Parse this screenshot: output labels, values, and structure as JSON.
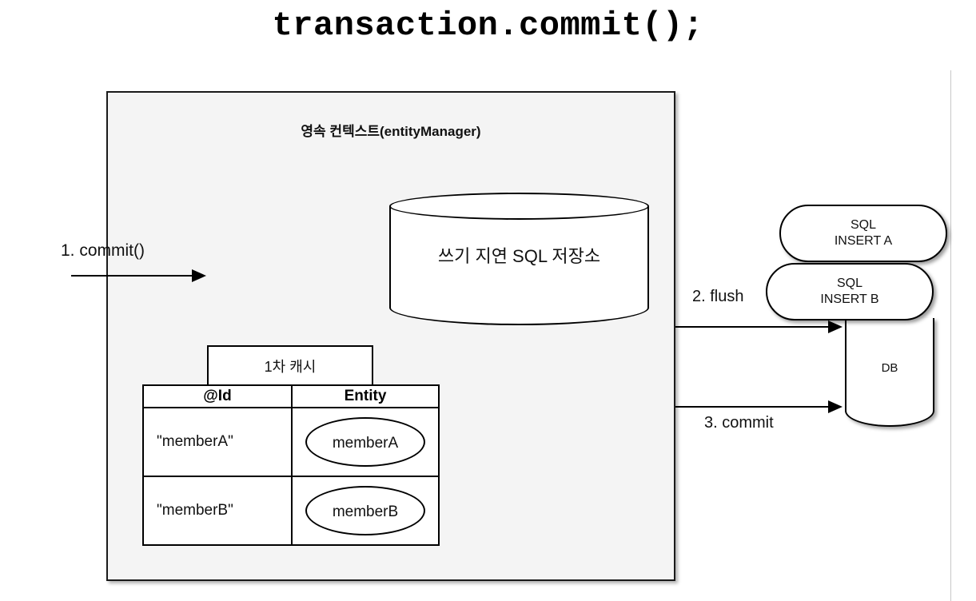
{
  "title": "transaction.commit();",
  "persistence_context": {
    "title": "영속 컨텍스트(entityManager)",
    "sql_store": {
      "label": "쓰기 지연 SQL 저장소"
    },
    "first_level_cache": {
      "tab_label": "1차 캐시",
      "columns": [
        "@Id",
        "Entity"
      ],
      "rows": [
        {
          "id": "\"memberA\"",
          "entity": "memberA"
        },
        {
          "id": "\"memberB\"",
          "entity": "memberB"
        }
      ]
    }
  },
  "arrows": {
    "commit_in": "1. commit()",
    "flush": "2. flush",
    "commit_out": "3. commit"
  },
  "database": {
    "label": "DB",
    "statements": [
      {
        "line1": "SQL",
        "line2": "INSERT A"
      },
      {
        "line1": "SQL",
        "line2": "INSERT B"
      }
    ]
  },
  "colors": {
    "container_fill": "#f4f4f4",
    "stroke": "#000000",
    "page_edge": "#c8c8c8",
    "background": "#ffffff"
  }
}
